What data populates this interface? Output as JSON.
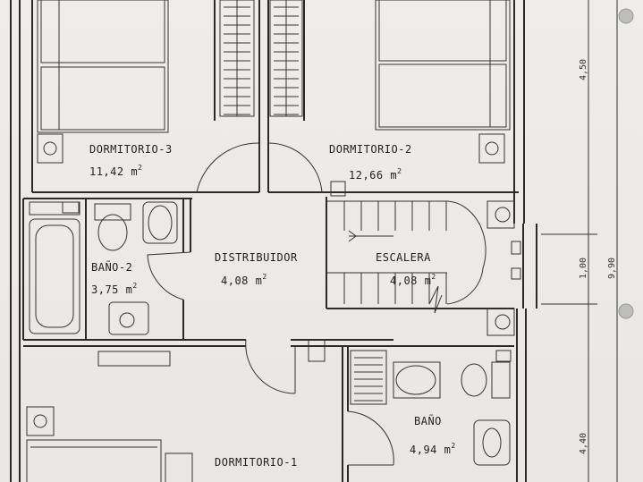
{
  "rooms": {
    "dormitorio3": {
      "name": "DORMITORIO-3",
      "area": "11,42 m",
      "sup": "2"
    },
    "dormitorio2": {
      "name": "DORMITORIO-2",
      "area": "12,66 m",
      "sup": "2"
    },
    "bano2": {
      "name": "BAÑO-2",
      "area": "3,75 m",
      "sup": "2"
    },
    "distribuidor": {
      "name": "DISTRIBUIDOR",
      "area": "4,08 m",
      "sup": "2"
    },
    "escalera": {
      "name": "ESCALERA",
      "area": "4,08 m",
      "sup": "2"
    },
    "bano": {
      "name": "BAÑO",
      "area": "4,94 m",
      "sup": "2"
    },
    "dormitorio1": {
      "name": "DORMITORIO-1"
    }
  },
  "dimensions": {
    "d1": "4,50",
    "d2": "1,00",
    "d3": "4,40",
    "total": "9,90"
  }
}
